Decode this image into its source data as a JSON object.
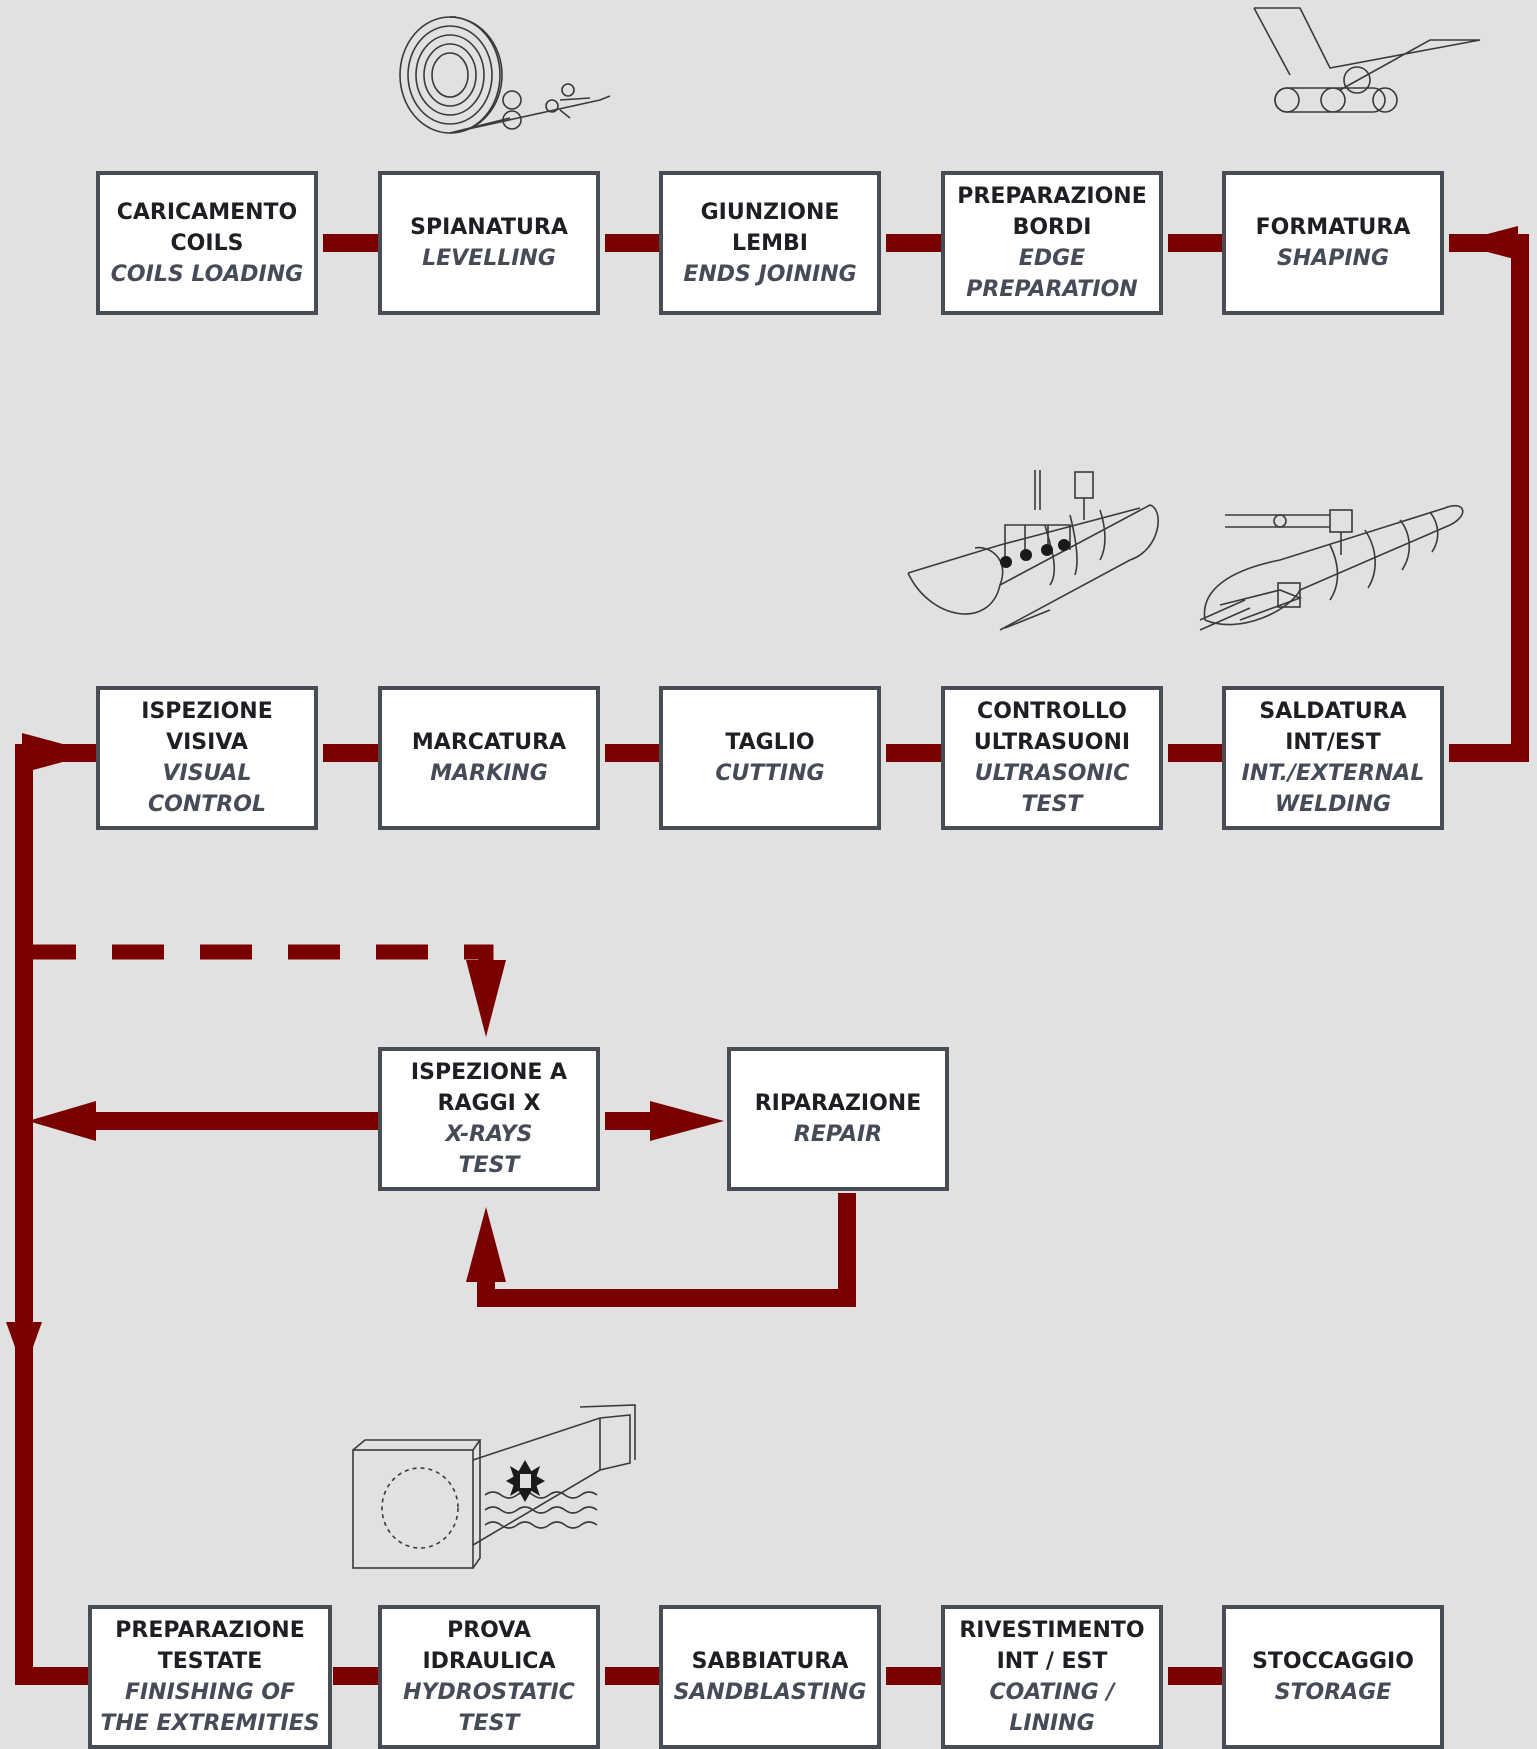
{
  "colors": {
    "background": "#e0e1e0",
    "flow_line": "#7a0000",
    "box_border": "#474c55",
    "italian_text": "#1d1f24",
    "english_text": "#454b57"
  },
  "steps": [
    {
      "it": "CARICAMENTO\nCOILS",
      "en": "COILS LOADING"
    },
    {
      "it": "SPIANATURA",
      "en": "LEVELLING"
    },
    {
      "it": "GIUNZIONE\nLEMBI",
      "en": "ENDS JOINING"
    },
    {
      "it": "PREPARAZIONE\nBORDI",
      "en": "EDGE\nPREPARATION"
    },
    {
      "it": "FORMATURA",
      "en": "SHAPING"
    },
    {
      "it": "SALDATURA\nINT/EST",
      "en": "INT./EXTERNAL\nWELDING"
    },
    {
      "it": "CONTROLLO\nULTRASUONI",
      "en": "ULTRASONIC\nTEST"
    },
    {
      "it": "TAGLIO",
      "en": "CUTTING"
    },
    {
      "it": "MARCATURA",
      "en": "MARKING"
    },
    {
      "it": "ISPEZIONE\nVISIVA",
      "en": "VISUAL\nCONTROL"
    },
    {
      "it": "ISPEZIONE A\nRAGGI X",
      "en": "X-RAYS\nTEST"
    },
    {
      "it": "RIPARAZIONE",
      "en": "REPAIR"
    },
    {
      "it": "PREPARAZIONE\nTESTATE",
      "en": "FINISHING OF\nTHE EXTREMITIES"
    },
    {
      "it": "PROVA\nIDRAULICA",
      "en": "HYDROSTATIC\nTEST"
    },
    {
      "it": "SABBIATURA",
      "en": "SANDBLASTING"
    },
    {
      "it": "RIVESTIMENTO\nINT / EST",
      "en": "COATING /\nLINING"
    },
    {
      "it": "STOCCAGGIO",
      "en": "STORAGE"
    }
  ],
  "illustrations": [
    "coil-roll-icon",
    "shaping-rollers-icon",
    "ultrasonic-probe-pipe-icon",
    "welding-head-pipe-icon",
    "hydrostatic-test-pipe-icon"
  ]
}
